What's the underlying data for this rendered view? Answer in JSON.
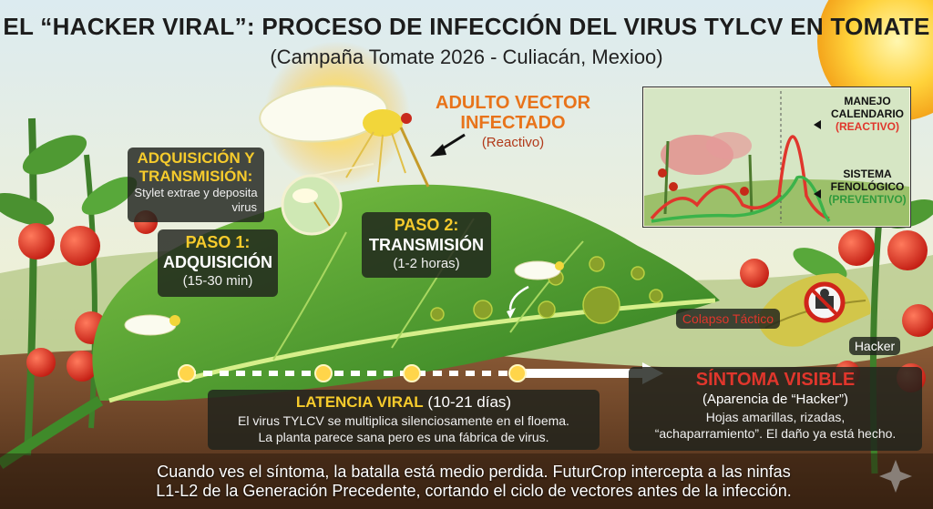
{
  "title": "EL “HACKER VIRAL”: PROCESO DE INFECCIÓN DEL VIRUS TYLCV EN TOMATE",
  "subtitle": "(Campaña Tomate 2026 - Culiacán, Mexioo)",
  "vector": {
    "title_line1": "ADULTO VECTOR",
    "title_line2": "INFECTADO",
    "note": "(Reactivo)"
  },
  "acquisition_transmission": {
    "title_line1": "ADQUISICIÓN Y",
    "title_line2": "TRANSMISIÓN:",
    "desc_line1": "Stylet extrae y deposita",
    "desc_line2": "virus"
  },
  "step1": {
    "label": "PASO 1:",
    "name": "ADQUISICIÓN",
    "time": "(15-30 min)"
  },
  "step2": {
    "label": "PASO 2:",
    "name": "TRANSMISIÓN",
    "time": "(1-2 horas)"
  },
  "inset": {
    "reactive_line1": "MANEJO",
    "reactive_line2": "CALENDARIO",
    "reactive_note": "(REACTIVO)",
    "preventive_line1": "SISTEMA",
    "preventive_line2": "FENOLÓGICO",
    "preventive_note": "(PREVENTIVO)"
  },
  "collapse_label": "Colapso Táctico",
  "hacker_label": "Hacker",
  "latency": {
    "title": "LATENCIA VIRAL",
    "days": "(10-21 días)",
    "line1": "El virus TYLCV se multiplica silenciosamente en el floema.",
    "line2": "La planta parece sana pero es una fábrica de virus."
  },
  "symptom": {
    "title": "SÍNTOMA VISIBLE",
    "subtitle": "(Aparencia de “Hacker”)",
    "line1": "Hojas amarillas, rizadas,",
    "line2": "“achaparramiento”. El daño ya está hecho."
  },
  "footer": {
    "line1": "Cuando ves el síntoma, la batalla está medio perdida. FuturCrop intercepta a las ninfas",
    "line2": "L1-L2 de la Generación Precedente, cortando el ciclo de vectores antes de la infección."
  },
  "colors": {
    "accent_yellow": "#f6cb2c",
    "danger_red": "#e0362c",
    "preventive_green": "#3bb34a",
    "vector_orange": "#e8731a"
  }
}
